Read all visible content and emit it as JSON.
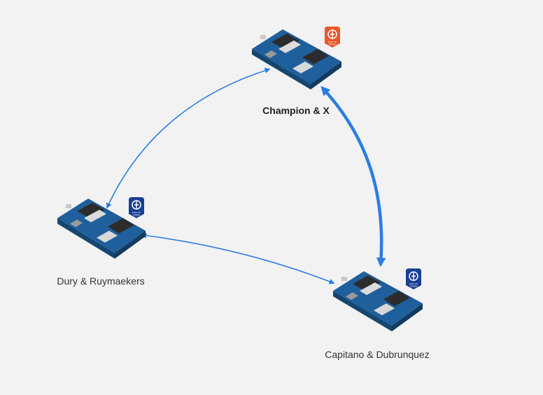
{
  "colors": {
    "background": "#f2f2f2",
    "link": "#2b7de1",
    "badge_active": "#e8572a",
    "badge_default": "#1a3e94",
    "board_blue": "#1f5f9c",
    "board_dark": "#16466f"
  },
  "nodes": [
    {
      "id": "champion",
      "label": "Champion & X",
      "bold": true,
      "badge": "thread-badge",
      "badge_text": [
        "BUILT ON",
        "THREAD"
      ],
      "badge_state": "active"
    },
    {
      "id": "dury",
      "label": "Dury & Ruymaekers",
      "bold": false,
      "badge": "thread-badge",
      "badge_text": [
        "BUILT ON",
        "THREAD"
      ],
      "badge_state": "default"
    },
    {
      "id": "capitano",
      "label": "Capitano & Dubrunquez",
      "bold": false,
      "badge": "thread-badge",
      "badge_text": [
        "BUILT ON",
        "THREAD"
      ],
      "badge_state": "default"
    }
  ],
  "links": [
    {
      "from": "champion",
      "to": "dury",
      "weight": "thin",
      "arrows": "both"
    },
    {
      "from": "dury",
      "to": "capitano",
      "weight": "thin",
      "arrows": "both"
    },
    {
      "from": "champion",
      "to": "capitano",
      "weight": "thick",
      "arrows": "both"
    }
  ]
}
